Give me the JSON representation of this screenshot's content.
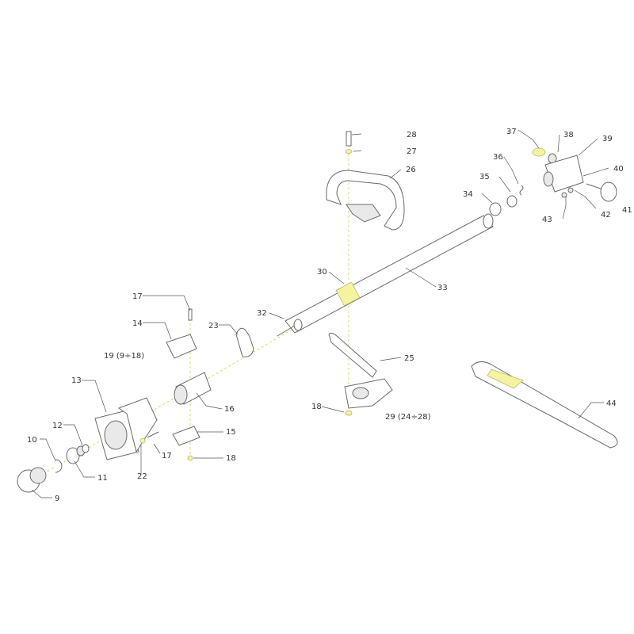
{
  "diagram": {
    "labels": {
      "l9": "9",
      "l10": "10",
      "l11": "11",
      "l12": "12",
      "l13": "13",
      "l14": "14",
      "l15": "15",
      "l16": "16",
      "l17a": "17",
      "l17b": "17",
      "l18a": "18",
      "l18b": "18",
      "l19": "19 (9÷18)",
      "l22": "22",
      "l23": "23",
      "l25": "25",
      "l26": "26",
      "l27": "27",
      "l28": "28",
      "l29": "29 (24÷28)",
      "l30": "30",
      "l32": "32",
      "l33": "33",
      "l34": "34",
      "l35": "35",
      "l36": "36",
      "l37": "37",
      "l38": "38",
      "l39": "39",
      "l40": "40",
      "l41": "41",
      "l42": "42",
      "l43": "43",
      "l44": "44"
    },
    "colors": {
      "line": "#6a6a6a",
      "highlight": "#f3f3a0",
      "label": "#333333"
    }
  }
}
